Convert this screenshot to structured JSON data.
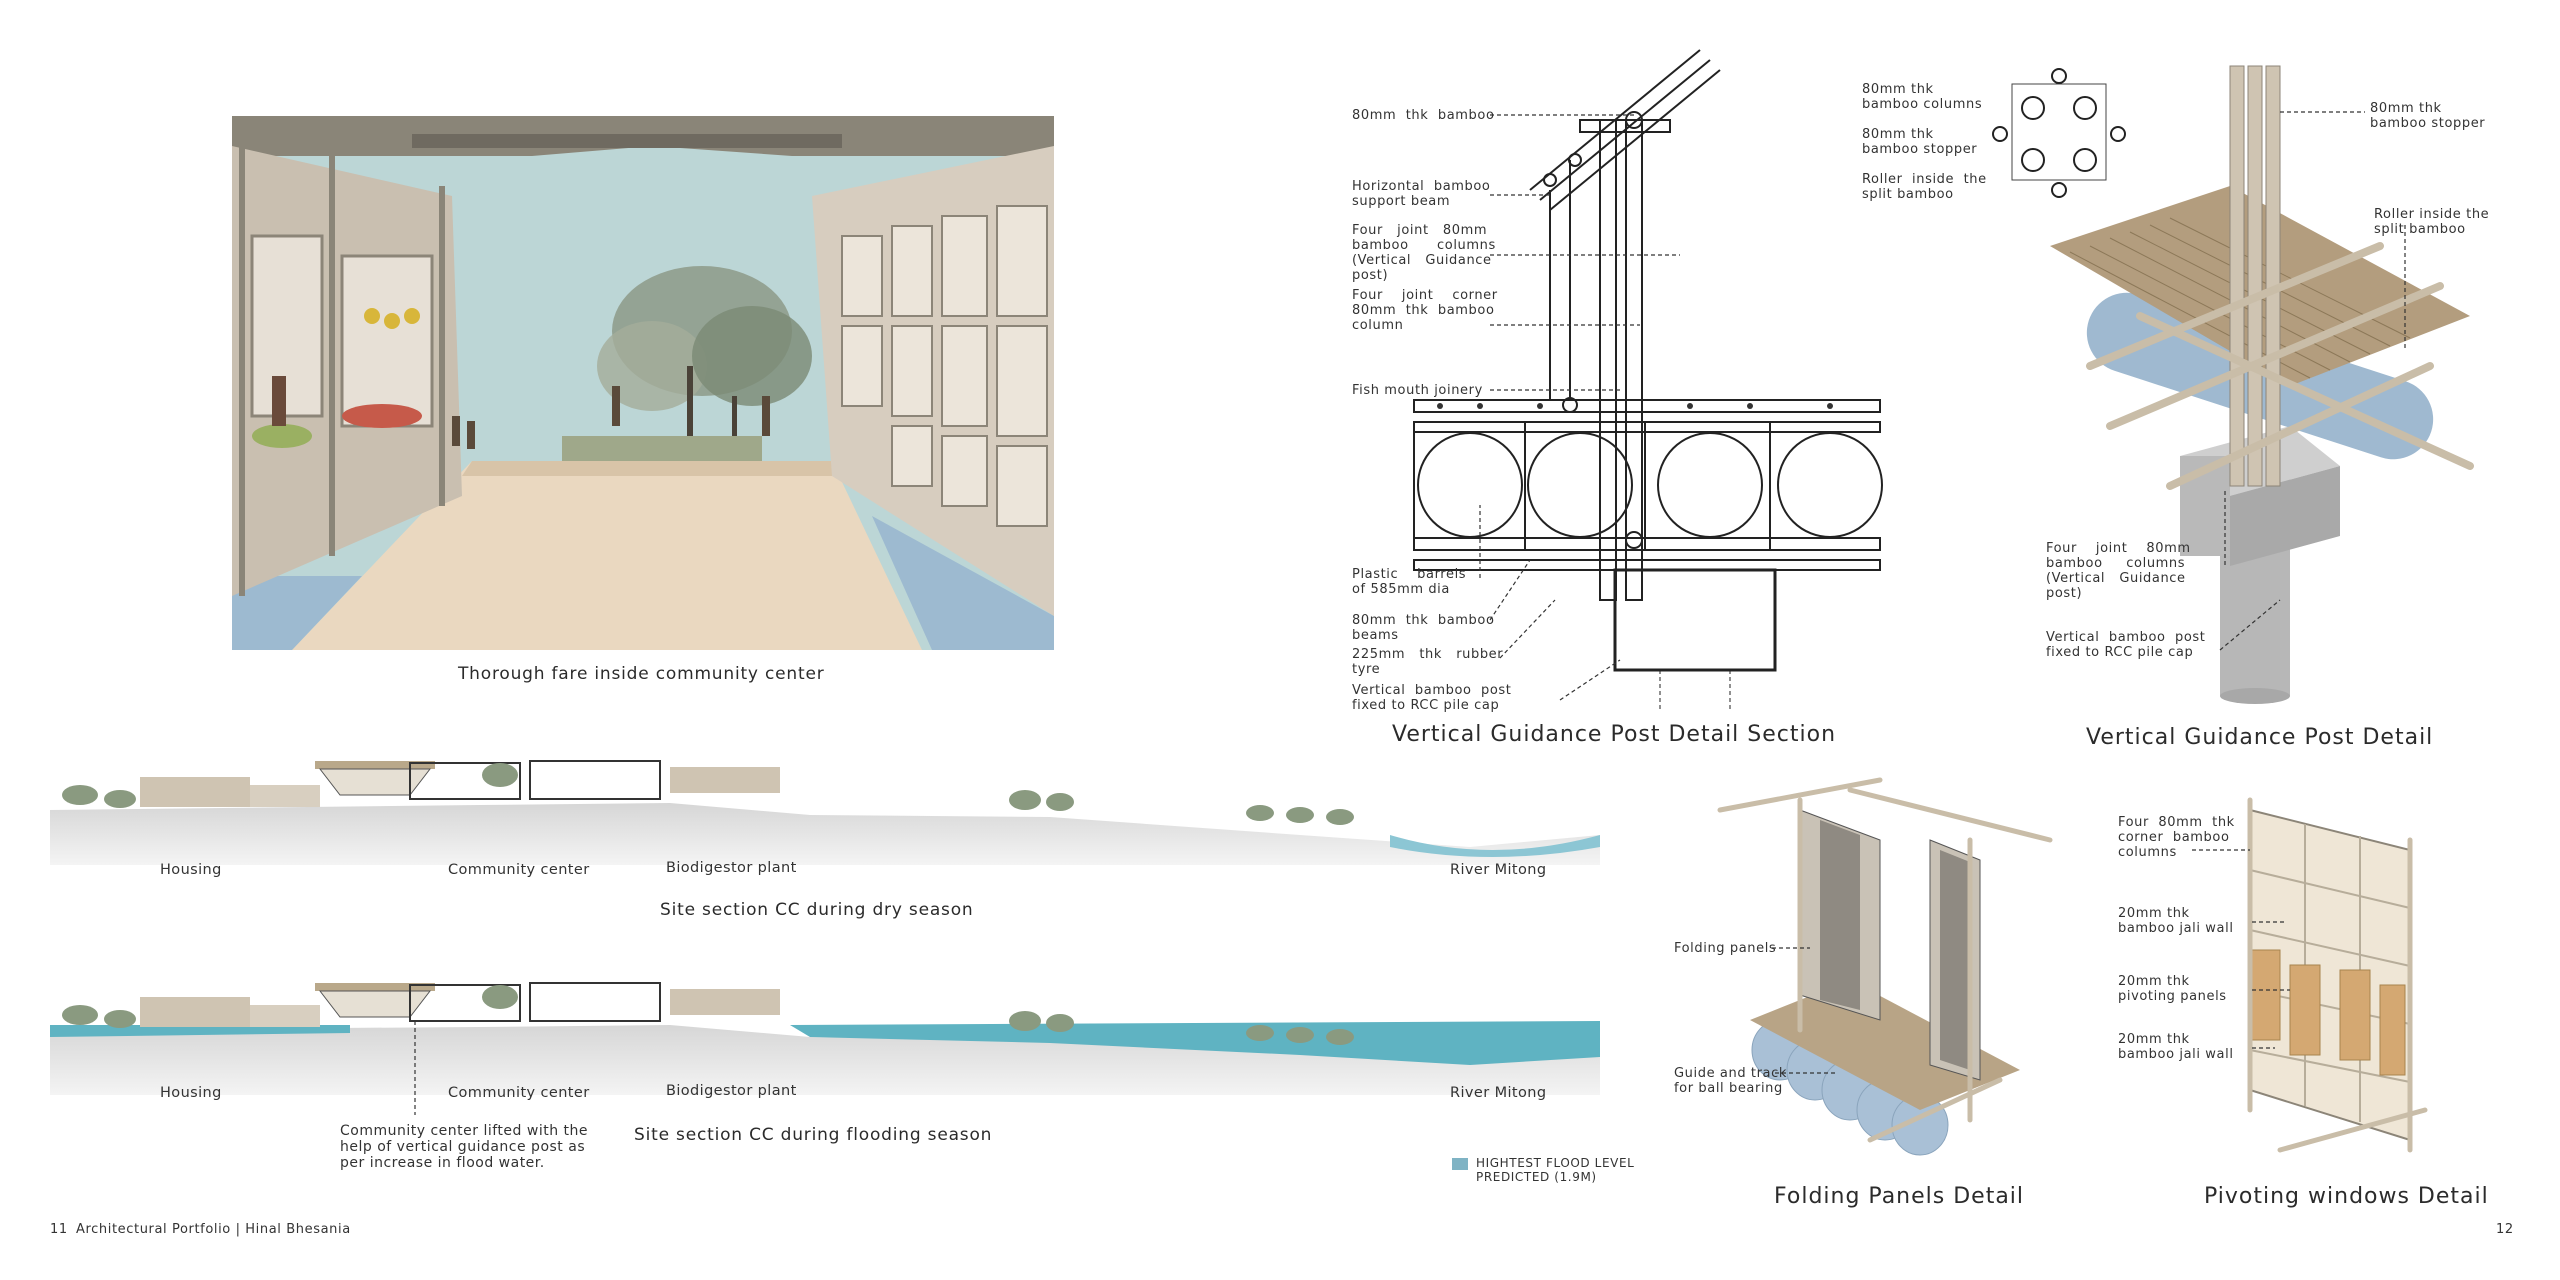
{
  "footer": {
    "left_page": "11",
    "left_text": "Architectural Portfolio | Hinal Bhesania",
    "right_page": "12"
  },
  "render": {
    "caption": "Thorough fare inside community center"
  },
  "site_dry": {
    "labels": [
      "Housing",
      "Community center",
      "Biodigestor plant",
      "River Mitong"
    ],
    "caption": "Site section CC during dry season"
  },
  "site_flood": {
    "labels": [
      "Housing",
      "Community center",
      "Biodigestor plant",
      "River Mitong"
    ],
    "caption": "Site section CC during flooding season",
    "note": "Community center lifted with the\nhelp of vertical guidance post as\nper increase in flood water."
  },
  "legend": {
    "text": "HIGHTEST FLOOD LEVEL\nPREDICTED (1.9M)",
    "color": "#7fb3c4"
  },
  "section_detail": {
    "caption": "Vertical Guidance Post Detail Section",
    "labels": [
      "80mm  thk  bamboo",
      "Horizontal  bamboo\nsupport beam",
      "Four   joint   80mm\nbamboo      columns\n(Vertical   Guidance\npost)",
      "Four    joint    corner\n80mm  thk  bamboo\ncolumn",
      "Fish mouth joinery",
      "Plastic    barrels\nof 585mm dia",
      "80mm  thk  bamboo\nbeams",
      "225mm   thk   rubber\ntyre",
      "Vertical  bamboo  post\nfixed to RCC pile cap"
    ]
  },
  "plan_detail": {
    "labels": [
      "80mm thk\nbamboo columns",
      "80mm thk\nbamboo stopper",
      "Roller  inside  the\nsplit bamboo"
    ]
  },
  "post_detail": {
    "caption": "Vertical Guidance Post Detail",
    "labels": [
      "80mm thk\nbamboo stopper",
      "Roller inside the\nsplit bamboo",
      "Four    joint    80mm\nbamboo     columns\n(Vertical   Guidance\npost)",
      "Vertical  bamboo  post\nfixed to RCC pile cap"
    ]
  },
  "folding_detail": {
    "caption": "Folding Panels Detail",
    "labels": [
      "Folding panels",
      "Guide and track\nfor ball bearing"
    ]
  },
  "pivot_detail": {
    "caption": "Pivoting windows Detail",
    "labels": [
      "Four  80mm  thk\ncorner  bamboo\ncolumns",
      "20mm thk\nbamboo jali wall",
      "20mm thk\npivoting panels",
      "20mm thk\nbamboo jali wall"
    ]
  },
  "colors": {
    "sky": "#bcd6d6",
    "water": "#5fb3c2",
    "ground": "#c9c9c9",
    "bamboo": "#cfc4b2",
    "floor": "#ead8c0"
  }
}
